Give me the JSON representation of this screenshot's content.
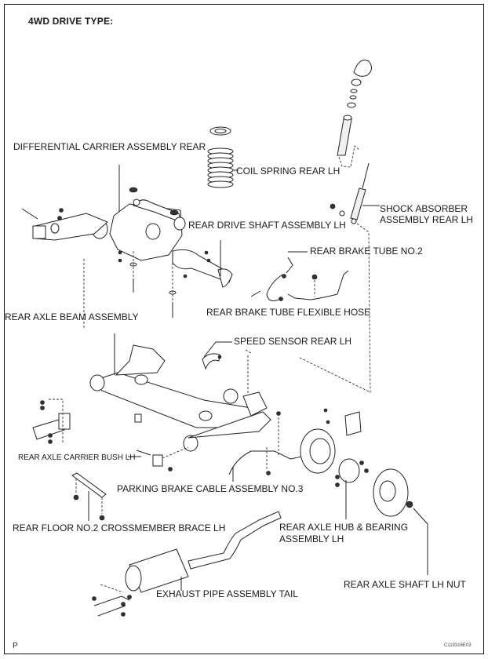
{
  "diagram": {
    "title": "4WD DRIVE TYPE:",
    "page_marker": "P",
    "figure_code": "C119316E03",
    "labels": {
      "differential_carrier": "DIFFERENTIAL CARRIER ASSEMBLY REAR",
      "coil_spring": "COIL SPRING REAR LH",
      "shock_absorber_line1": "SHOCK ABSORBER",
      "shock_absorber_line2": "ASSEMBLY REAR LH",
      "rear_drive_shaft": "REAR DRIVE SHAFT ASSEMBLY LH",
      "rear_brake_tube_no2": "REAR BRAKE TUBE NO.2",
      "rear_axle_beam": "REAR AXLE BEAM ASSEMBLY",
      "rear_brake_tube_flexible_hose": "REAR BRAKE TUBE FLEXIBLE HOSE",
      "speed_sensor": "SPEED SENSOR REAR LH",
      "rear_axle_carrier_bush": "REAR AXLE CARRIER BUSH LH",
      "parking_brake_cable": "PARKING BRAKE CABLE ASSEMBLY NO.3",
      "rear_floor_crossmember_brace": "REAR FLOOR NO.2 CROSSMEMBER BRACE LH",
      "rear_axle_hub_line1": "REAR AXLE HUB & BEARING",
      "rear_axle_hub_line2": "ASSEMBLY LH",
      "exhaust_pipe_tail": "EXHAUST PIPE ASSEMBLY TAIL",
      "rear_axle_shaft_nut": "REAR AXLE SHAFT LH NUT"
    }
  }
}
